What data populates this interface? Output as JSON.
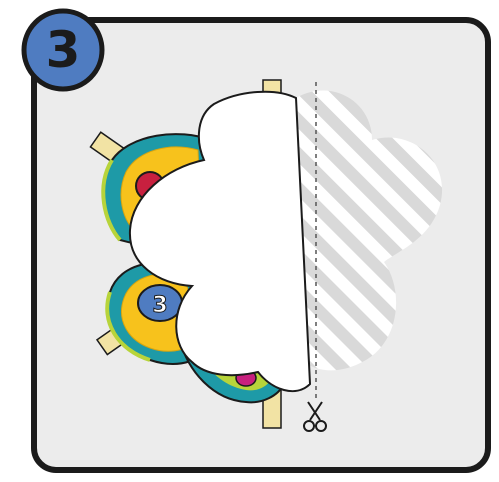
{
  "step": {
    "number": "3",
    "badge_color": "#4f7cc1",
    "outline_color": "#1b1b1b"
  },
  "panel": {
    "background": "#ececec",
    "border_color": "#1b1b1b"
  },
  "template": {
    "fill": "#ffffff",
    "hatch_color": "#d6d6d6",
    "cut_line": "dashed"
  },
  "decorations": {
    "tape_color": "#f2e3a4",
    "teal": "#1e9aa7",
    "yellow": "#f7c21c",
    "lime": "#b7d43a",
    "blue_button": "#4f7cc1",
    "button_number": "3"
  },
  "icons": [
    "scissors-icon",
    "tape-icon",
    "cloud-template-icon"
  ]
}
